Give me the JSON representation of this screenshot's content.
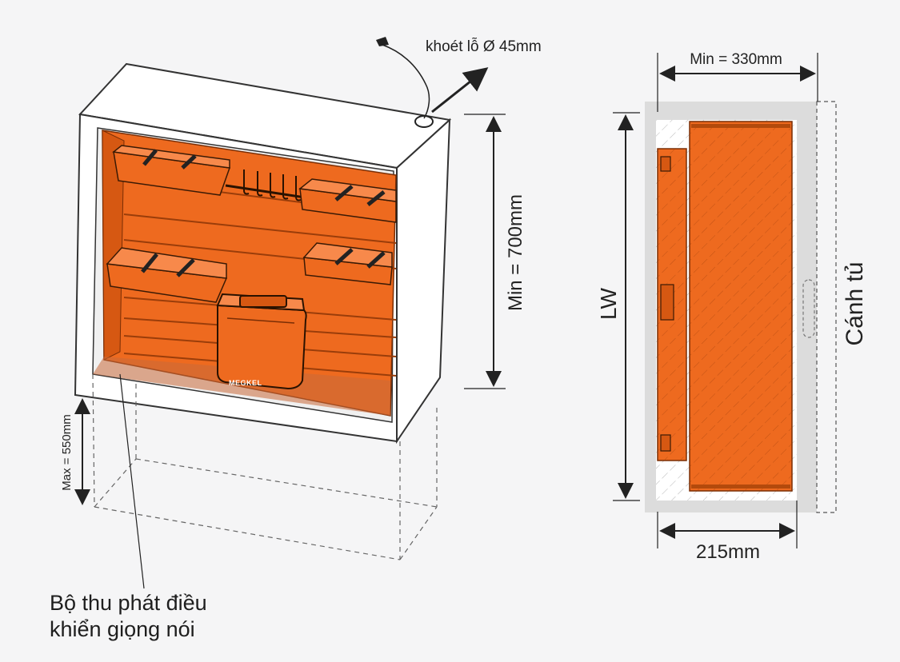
{
  "colors": {
    "orange": "#ee6a1f",
    "orange_dark": "#d65812",
    "outline": "#2a2a2a",
    "panel_gray": "#dcdcdc",
    "background": "#f5f5f6"
  },
  "labels": {
    "hole": "khoét lỗ Ø 45mm",
    "min_height": "Min = 700mm",
    "max_height": "Max = 550mm",
    "min_width": "Min = 330mm",
    "lw": "LW",
    "door": "Cánh tủ",
    "depth": "215mm",
    "caption_line1": "Bộ thu phát điều",
    "caption_line2": "khiển giọng nói",
    "brand": "MEGKEL"
  },
  "icons": {
    "voice_module": "rounded-box-icon",
    "hooks": "hook-icon",
    "hole": "circle-hole-icon",
    "cable": "cable-icon"
  }
}
